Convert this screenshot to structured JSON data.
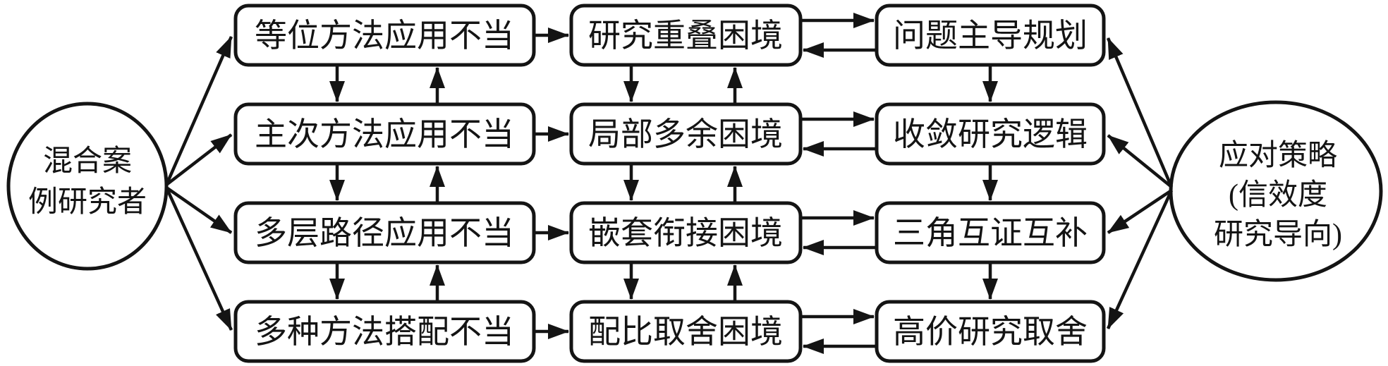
{
  "diagram": {
    "title": "mixed-case-research dilemma and coping strategy flow diagram",
    "colors": {
      "stroke": "#141414",
      "background": "#ffffff"
    },
    "left_node": {
      "lines": [
        "混合案",
        "例研究者"
      ]
    },
    "right_node": {
      "lines": [
        "应对策略",
        "(信效度",
        "研究导向)"
      ]
    },
    "columns": {
      "problems": [
        "等位方法应用不当",
        "主次方法应用不当",
        "多层路径应用不当",
        "多种方法搭配不当"
      ],
      "dilemmas": [
        "研究重叠困境",
        "局部多余困境",
        "嵌套衔接困境",
        "配比取舍困境"
      ],
      "strategies": [
        "问题主导规划",
        "收敛研究逻辑",
        "三角互证互补",
        "高价研究取舍"
      ]
    },
    "relations": [
      "left circle -> each problem box (one-way fan)",
      "problem box -> dilemma box in same row (one-way)",
      "dilemma box <-> strategy box in same row (paired opposite arrows)",
      "adjacent problem boxes linked by down+up arrow pair",
      "adjacent dilemma boxes linked by down+up arrow pair",
      "strategy boxes cascade with single down arrows",
      "right ellipse -> each strategy box (one-way fan)"
    ]
  }
}
